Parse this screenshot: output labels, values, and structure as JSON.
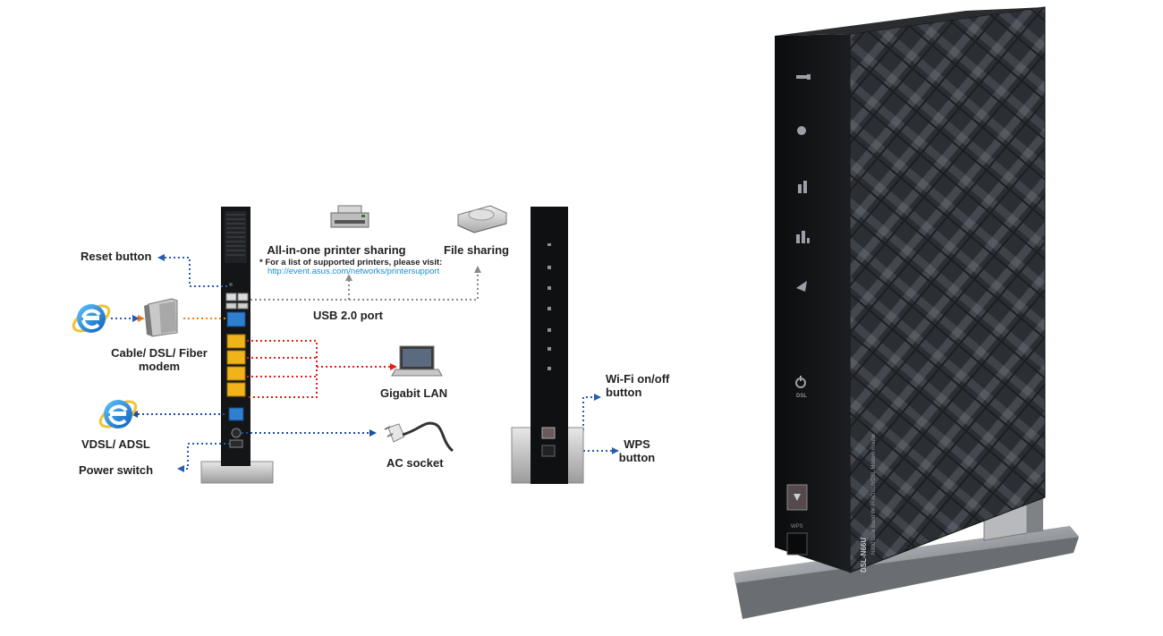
{
  "labels": {
    "reset_button": "Reset button",
    "printer_sharing": "All-in-one printer sharing",
    "printer_note": "* For a list of supported printers, please visit:",
    "printer_link": "http://event.asus.com/networks/printersupport",
    "file_sharing": "File sharing",
    "usb_port": "USB 2.0 port",
    "modem": "Cable/ DSL/ Fiber\nmodem",
    "gigabit_lan": "Gigabit LAN",
    "vdsl_adsl": "VDSL/ ADSL",
    "ac_socket": "AC socket",
    "power_switch": "Power switch",
    "wifi_button": "Wi-Fi on/off\nbutton",
    "wps_button": "WPS\nbutton"
  },
  "product": {
    "model": "DSL-N66U",
    "description": "N900 Dual Band Wi-Fi ADSL/VDSL Modem Router",
    "wps_mark": "WPS",
    "dsl_led": "DSL"
  },
  "colors": {
    "usb_line": "#8a8a8a",
    "wan_line": "#f07d1a",
    "lan_line": "#e0201b",
    "dsl_line": "#1f4e9c",
    "blue_line": "#2a5db0",
    "lan_port": "#f2b31a",
    "wan_port": "#2f7fd0",
    "ie_blue": "#1e88e5"
  },
  "icons": [
    "ie-icon",
    "modem-icon",
    "printer-icon",
    "hard-drive-icon",
    "laptop-icon",
    "plug-icon"
  ]
}
